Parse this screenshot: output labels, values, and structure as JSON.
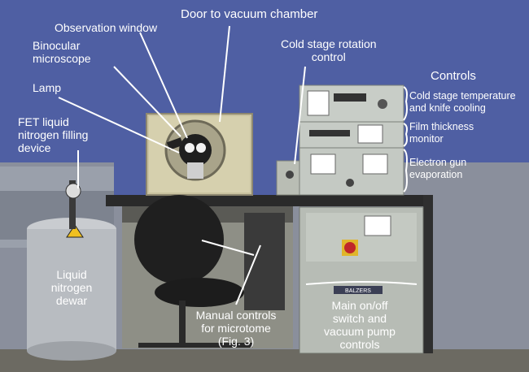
{
  "labels": {
    "door": "Door to vacuum chamber",
    "observation_window": "Observation window",
    "binocular_microscope": [
      "Binocular",
      "microscope"
    ],
    "lamp": "Lamp",
    "fet_device": [
      "FET liquid",
      "nitrogen filling",
      "device"
    ],
    "cold_stage_rotation": [
      "Cold stage rotation",
      "control"
    ],
    "controls_heading": "Controls",
    "cold_stage_temperature": [
      "Cold stage temperature",
      "and knife cooling"
    ],
    "film_thickness": [
      "Film thickness",
      "monitor"
    ],
    "electron_gun": [
      "Electron gun",
      "evaporation"
    ],
    "liquid_nitrogen_dewar": [
      "Liquid",
      "nitrogen",
      "dewar"
    ],
    "manual_controls": [
      "Manual controls",
      "for microtome",
      "(Fig. 3)"
    ],
    "main_switch": [
      "Main on/off",
      "switch and",
      "vacuum pump",
      "controls"
    ],
    "brand_plate": "BALZERS"
  },
  "colors": {
    "background": "#4f5fa3",
    "label_text": "#ffffff",
    "leader_lines": "#ffffff"
  }
}
